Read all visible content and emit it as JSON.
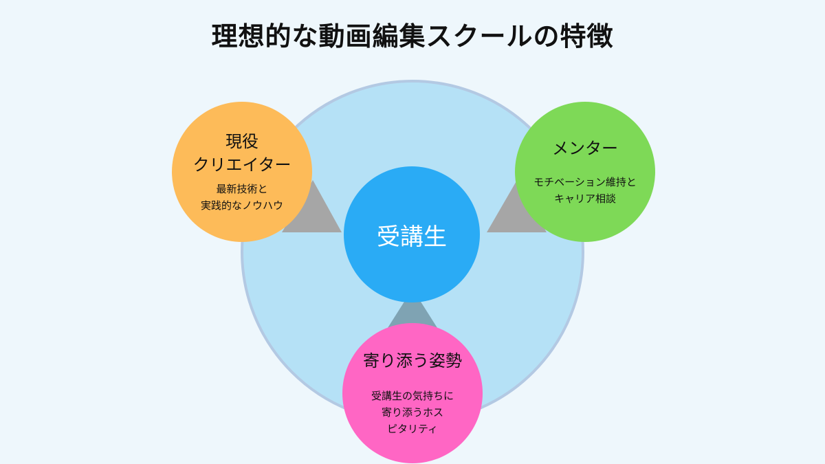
{
  "title": "理想的な動画編集スクールの特徴",
  "center": {
    "label": "受講生",
    "color": "#2AABF5"
  },
  "nodes": [
    {
      "heading1": "現役",
      "heading2": "クリエイター",
      "desc1": "最新技術と",
      "desc2": "実践的なノウハウ",
      "color": "#FDBB59"
    },
    {
      "heading1": "メンター",
      "desc1": "モチベーション維持と",
      "desc2": "キャリア相談",
      "color": "#7ED957"
    },
    {
      "heading1": "寄り添う姿勢",
      "desc1": "受講生の気持ちに",
      "desc2": "寄り添うホス",
      "desc3": "ピタリティ",
      "color": "#FF66C4"
    }
  ]
}
